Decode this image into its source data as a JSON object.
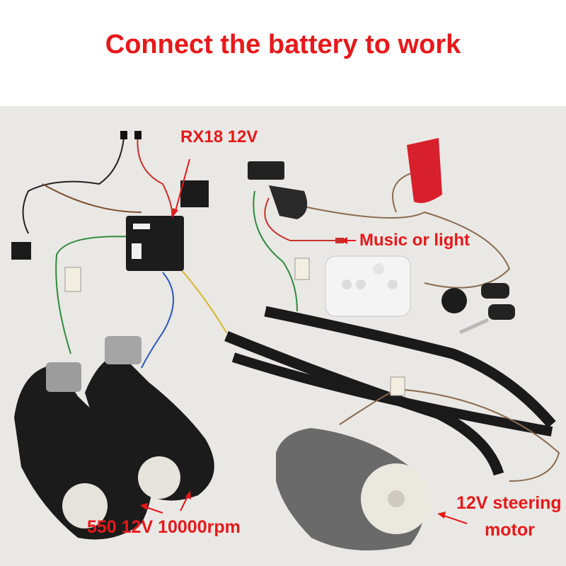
{
  "title": "Connect the battery to work",
  "labels": {
    "controller": "RX18 12V",
    "music": "Music or light",
    "steering_line1": "12V steering",
    "steering_line2": "motor",
    "drive_motor": "550 12V 10000rpm"
  },
  "colors": {
    "label_red": "#e8181a",
    "background_photo": "#e9e8e4",
    "casing_black": "#1c1c1c",
    "gear_white": "#e6e3dc",
    "switch_red": "#d81f2c"
  }
}
